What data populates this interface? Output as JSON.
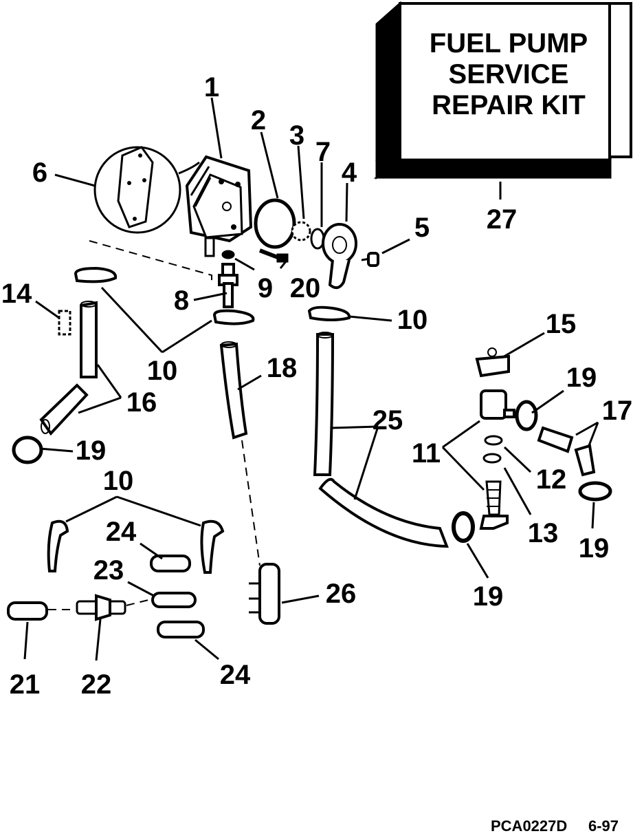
{
  "kit_box": {
    "lines": [
      "FUEL PUMP",
      "SERVICE",
      "REPAIR KIT"
    ]
  },
  "callouts": {
    "c1": "1",
    "c2": "2",
    "c3": "3",
    "c4": "4",
    "c5": "5",
    "c6": "6",
    "c7": "7",
    "c8": "8",
    "c9": "9",
    "c10a": "10",
    "c10b": "10",
    "c10c": "10",
    "c11": "11",
    "c12": "12",
    "c13": "13",
    "c14": "14",
    "c15": "15",
    "c16": "16",
    "c17": "17",
    "c18": "18",
    "c19a": "19",
    "c19b": "19",
    "c19c": "19",
    "c19d": "19",
    "c20": "20",
    "c21": "21",
    "c22": "22",
    "c23": "23",
    "c24a": "24",
    "c24b": "24",
    "c25": "25",
    "c26": "26",
    "c27": "27"
  },
  "footer": {
    "code": "PCA0227D",
    "date": "6-97"
  }
}
